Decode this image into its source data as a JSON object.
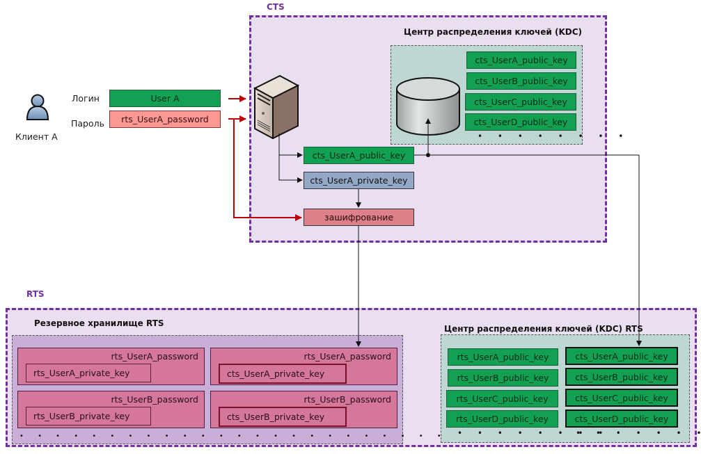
{
  "client": {
    "name": "Клиент А",
    "login_label": "Логин",
    "login_value": "User A",
    "password_label": "Пароль",
    "password_value": "rts_UserA_password"
  },
  "cts": {
    "label": "CTS",
    "kdc_title": "Центр распределения ключей (KDC)",
    "kdc_keys": [
      "cts_UserA_public_key",
      "cts_UserB_public_key",
      "cts_UserC_public_key",
      "cts_UserD_public_key"
    ],
    "kdc_more": "• • • • • • • •",
    "generated_public_key": "cts_UserA_public_key",
    "generated_private_key": "cts_UserA_private_key",
    "encrypt_label": "зашифрование"
  },
  "rts": {
    "label": "RTS",
    "backup_title": "Резервное хранилище RTS",
    "backup_cards": [
      {
        "password": "rts_UserA_password",
        "private_key": "rts_UserA_private_key"
      },
      {
        "password": "rts_UserA_password",
        "private_key": "cts_UserA_private_key"
      },
      {
        "password": "rts_UserB_password",
        "private_key": "rts_UserB_private_key"
      },
      {
        "password": "rts_UserB_password",
        "private_key": "cts_UserB_private_key"
      }
    ],
    "backup_more": "• • • • • • • • • • • • • • • • • • • • • • • • • • • • • • • • • • • •",
    "kdc_title": "Центр распределения ключей (KDC) RTS",
    "rts_keys": [
      "rts_UserA_public_key",
      "rts_UserB_public_key",
      "rts_UserC_public_key",
      "rts_UserD_public_key"
    ],
    "cts_keys": [
      "cts_UserA_public_key",
      "cts_UserB_public_key",
      "cts_UserC_public_key",
      "cts_UserD_public_key"
    ],
    "rts_keys_more": "• • • • • • • •",
    "cts_keys_more": "• • • • • • • •"
  },
  "colors": {
    "region_border": "#7030a0",
    "key_green": "#12a052",
    "password_pink": "#fb9894",
    "private_key_blue": "#92a8c6",
    "encrypt_red": "#dd8089",
    "flow_red": "#c00000"
  }
}
